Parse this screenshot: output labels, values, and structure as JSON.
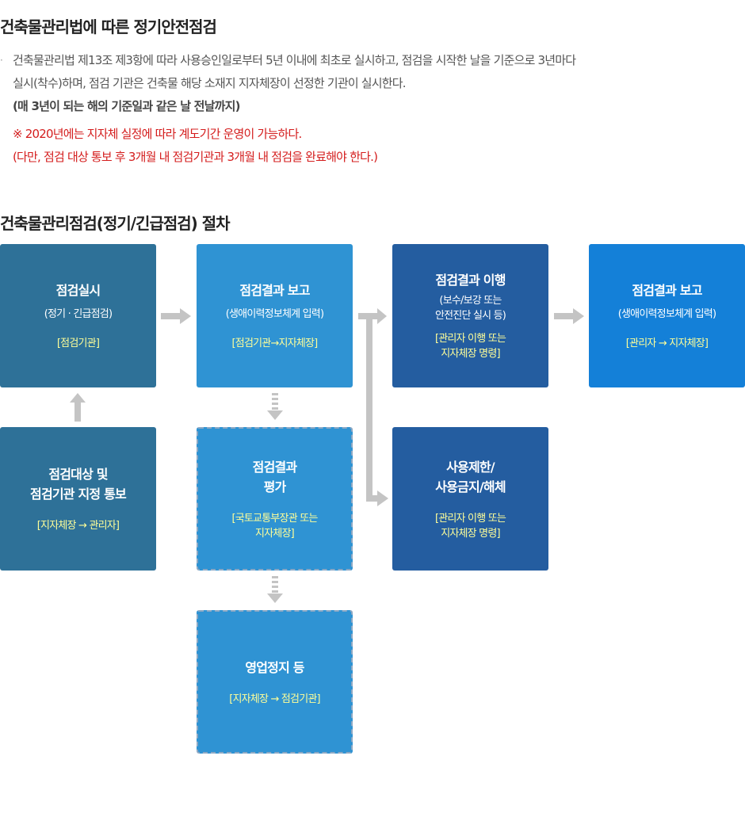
{
  "section1": {
    "title": "건축물관리법에 따른 정기안전점검",
    "bullet": "·",
    "line1": "건축물관리법 제13조 제3항에 따라 사용승인일로부터 5년 이내에 최초로 실시하고, 점검을 시작한 날을 기준으로 3년마다",
    "line2": "실시(착수)하며, 점검 기관은 건축물 해당 소재지 지자체장이 선정한 기관이 실시한다.",
    "line3": "(매 3년이 되는 해의 기준일과 같은 날 전날까지)",
    "note1": "※ 2020년에는 지자체 실정에 따라 계도기간 운영이 가능하다.",
    "note2": "(다만, 점검 대상 통보 후 3개월 내 점검기관과 3개월 내 점검을 완료해야 한다.)"
  },
  "section2": {
    "title": "건축물관리점검(정기/긴급점검) 절차"
  },
  "boxes": {
    "inspect": {
      "title": "점검실시",
      "sub": "(정기 · 긴급점검)",
      "role": "[점검기관]"
    },
    "notify": {
      "title": "점검대상 및\n점검기관 지정 통보",
      "role": "[지자체장 → 관리자]"
    },
    "report1": {
      "title": "점검결과 보고",
      "sub": "(생애이력정보체계 입력)",
      "role": "[점검기관→지자체장]"
    },
    "evaluate": {
      "title": "점검결과\n평가",
      "role": "[국토교통부장관 또는\n지자체장]"
    },
    "suspend": {
      "title": "영업정지 등",
      "role": "[지자체장 → 점검기관]"
    },
    "implement": {
      "title": "점검결과 이행",
      "sub": "(보수/보강 또는\n안전진단 실시 등)",
      "role": "[관리자 이행 또는\n지자체장 명령]"
    },
    "restrict": {
      "title": "사용제한/\n사용금지/해체",
      "role": "[관리자 이행 또는\n지자체장 명령]"
    },
    "report2": {
      "title": "점검결과 보고",
      "sub": "(생애이력정보체계 입력)",
      "role": "[관리자 → 지자체장]"
    }
  },
  "colors": {
    "teal": "#2e7198",
    "sky": "#2f93d3",
    "navy": "#245da0",
    "bright": "#1480d8",
    "highlight": "#ffff99",
    "note_red": "#d41d1d",
    "arrow_gray": "#c4c4c4"
  }
}
